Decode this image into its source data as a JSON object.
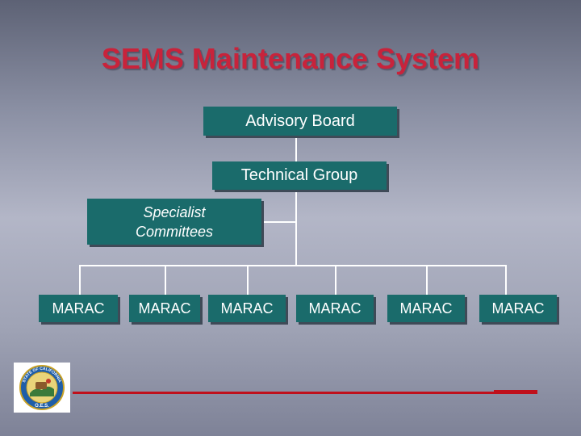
{
  "title": "SEMS Maintenance System",
  "boxes": {
    "advisory_board": "Advisory Board",
    "technical_group": "Technical Group",
    "specialist_line1": "Specialist",
    "specialist_line2": "Committees",
    "marac": [
      "MARAC",
      "MARAC",
      "MARAC",
      "MARAC",
      "MARAC",
      "MARAC"
    ]
  },
  "seal": {
    "text_top": "STATE OF CALIFORNIA",
    "text_bottom": "O.E.S."
  },
  "colors": {
    "title": "#c8233b",
    "box_fill": "#1a6b6b",
    "box_text": "#ffffff",
    "connector": "#ffffff",
    "accent_bar": "#c0101b"
  }
}
